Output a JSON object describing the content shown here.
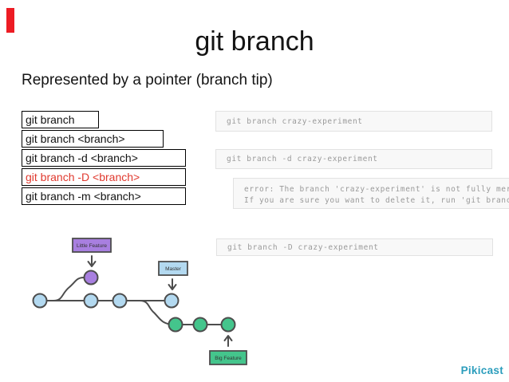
{
  "slide": {
    "title": "git branch",
    "subtitle": "Represented by a pointer (branch tip)",
    "accent_color": "#ed1c24",
    "highlight_color": "#e0392e"
  },
  "commands": [
    {
      "label": "git branch",
      "highlighted": false
    },
    {
      "label": "git branch <branch>",
      "highlighted": false
    },
    {
      "label": "git branch -d <branch>",
      "highlighted": false
    },
    {
      "label": "git branch -D <branch>",
      "highlighted": true
    },
    {
      "label": "git branch -m <branch>",
      "highlighted": false
    }
  ],
  "terminals": [
    {
      "lines": [
        "git branch crazy-experiment"
      ]
    },
    {
      "lines": [
        "git branch -d crazy-experiment"
      ]
    },
    {
      "lines": [
        "error: The branch 'crazy-experiment' is not fully merged.",
        "If you are sure you want to delete it, run 'git branch -D cra"
      ]
    },
    {
      "lines": [
        "git branch -D crazy-experiment"
      ]
    }
  ],
  "diagram": {
    "labels": {
      "little_feature": "Little Feature",
      "master": "Master",
      "big_feature": "Big Feature"
    },
    "colors": {
      "purple": "#a87fe0",
      "blue": "#b3d9f0",
      "green": "#44c58c",
      "line": "#4d4d4d"
    }
  },
  "footer": {
    "brand": "Pikicast",
    "brand_color": "#2b9dbc"
  }
}
